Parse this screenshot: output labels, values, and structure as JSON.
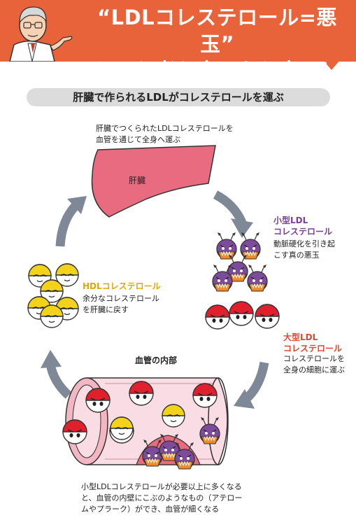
{
  "header": {
    "title_line1": "“LDLコレステロール=悪玉”",
    "title_line2": "という考え方はもう古い！",
    "accent": "#e8633a"
  },
  "subtitle": "肝臓で作られるLDLがコレステロールを運ぶ",
  "liver": {
    "caption_line1": "肝臓でつくられたLDLコレステロールを",
    "caption_line2": "血管を通じて全身へ運ぶ",
    "label": "肝臓",
    "color": "#e86b80"
  },
  "small_ldl": {
    "title_line1": "小型LDL",
    "title_line2": "コレステロール",
    "desc_line1": "動脈硬化を引き起",
    "desc_line2": "こす真の悪玉",
    "color": "#7a3f9a"
  },
  "large_ldl": {
    "title_line1": "大型LDL",
    "title_line2": "コレステロール",
    "desc_line1": "コレステロールを",
    "desc_line2": "全身の細胞に運ぶ",
    "color": "#e2452f"
  },
  "hdl": {
    "title": "HDLコレステロール",
    "desc_line1": "余分なコレステロール",
    "desc_line2": "を肝臓に戻す",
    "color": "#f3d21b"
  },
  "vessel": {
    "label": "血管の内部",
    "caption_line1": "小型LDLコレステロールが必要以上に多くなる",
    "caption_line2": "と、血管の内壁にこぶのようなもの（アテロー",
    "caption_line3": "ムやプラーク）ができ、血管が細くなる"
  }
}
